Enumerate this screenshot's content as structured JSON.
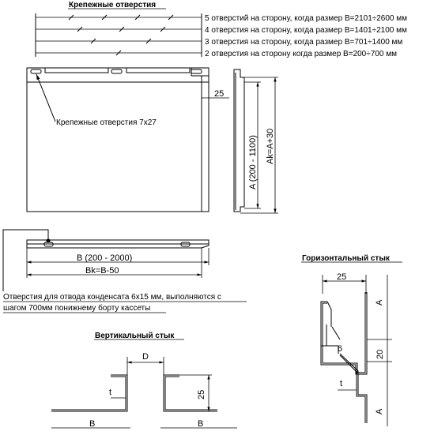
{
  "top": {
    "title": "Крепежные отверстия",
    "rows": [
      "5 отверстий на сторону, когда размер B=2101÷2600 мм",
      "4 отверстия на сторону, когда размер B=1401÷2100 мм",
      "3 отверстия на сторону, когда размер B=701÷1400 мм",
      "2 отверстия на сторону когда размер B=200÷700 мм"
    ]
  },
  "panel": {
    "callout": "Крепежные отверстия 7x27",
    "dim_25": "25"
  },
  "side": {
    "dim_a": "A (200 - 1100)",
    "dim_ak": "Ak=A+30"
  },
  "bottom": {
    "dim_b": "B (200 - 2000)",
    "dim_bk": "Bk=B-50",
    "note_line1": "Отверстия для отвода конденсата 6x15 мм, выполняются с",
    "note_line2": "шагом 700мм понижнему борту кассеты"
  },
  "vertical_joint": {
    "title": "Вертикальный стык",
    "d": "D",
    "t": "t",
    "dim_25": "25",
    "b_left": "B",
    "b_right": "B"
  },
  "horizontal_joint": {
    "title": "Горизонтальный стык",
    "dim_25": "25",
    "a_top": "A",
    "six": "6",
    "dim_20": "20",
    "t": "t",
    "a_bottom": "A"
  }
}
